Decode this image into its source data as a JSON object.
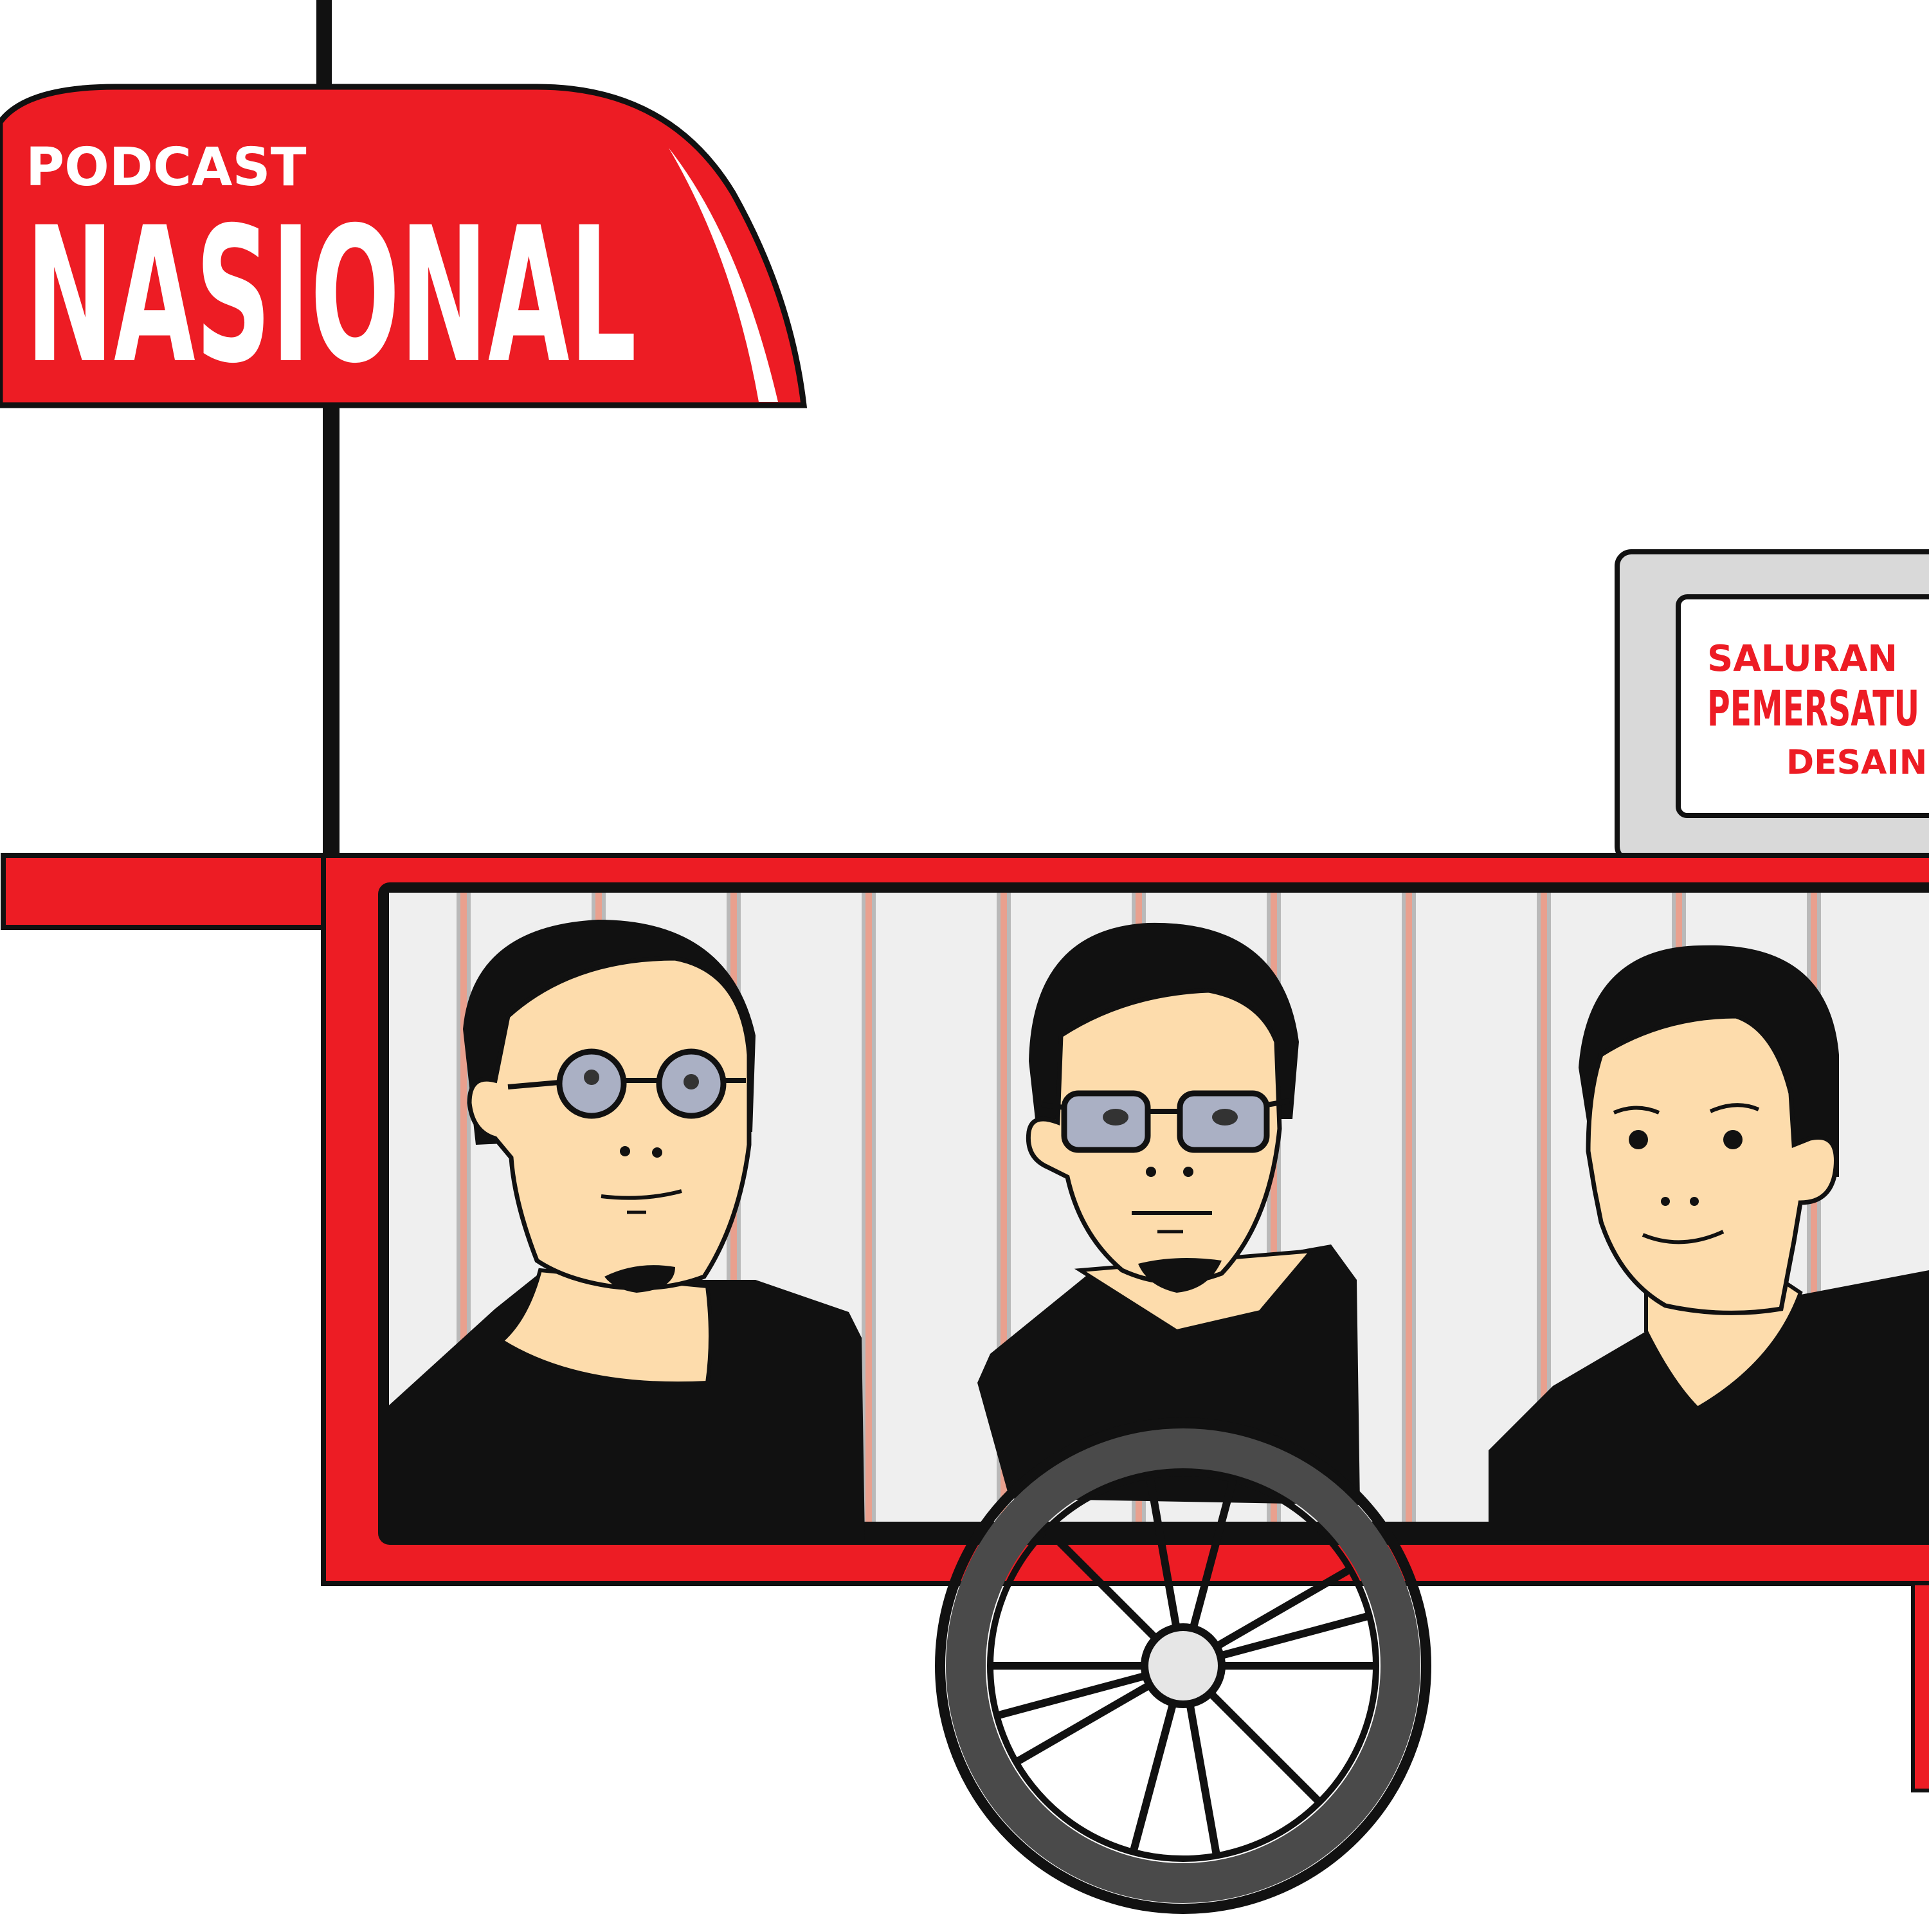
{
  "umbrella": {
    "line1": "PODCAST",
    "line2": "NASIONAL"
  },
  "signboard": {
    "line1": "SALURAN",
    "line2": "PEMERSATU",
    "line3": "DESAINER"
  },
  "colors": {
    "accent_red": "#ed1c24",
    "outline": "#111111",
    "skin": "#fddcac",
    "panel_light": "#efefef",
    "bar_grey": "#b9b9b9",
    "bar_pink": "#e9a08e",
    "lens": "#aab0c4",
    "wheel_grey": "#4a4a4a",
    "hub": "#e6e6e6"
  },
  "illustration": {
    "characters": [
      {
        "name": "character-left",
        "glasses": "round-glasses-icon"
      },
      {
        "name": "character-center",
        "glasses": "rectangular-glasses-icon"
      },
      {
        "name": "character-right",
        "glasses": "none"
      }
    ],
    "wheel_icon": "spoked-wheel-icon"
  }
}
